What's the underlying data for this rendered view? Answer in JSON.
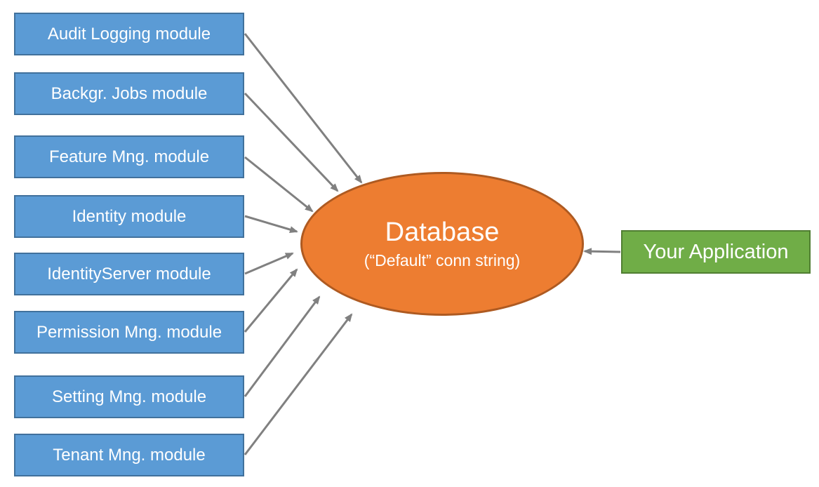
{
  "diagram": {
    "modules": [
      {
        "id": "audit-logging",
        "label": "Audit Logging module"
      },
      {
        "id": "background-jobs",
        "label": "Backgr. Jobs module"
      },
      {
        "id": "feature-management",
        "label": "Feature Mng. module"
      },
      {
        "id": "identity",
        "label": "Identity module"
      },
      {
        "id": "identity-server",
        "label": "IdentityServer module"
      },
      {
        "id": "permission-management",
        "label": "Permission Mng. module"
      },
      {
        "id": "setting-management",
        "label": "Setting Mng. module"
      },
      {
        "id": "tenant-management",
        "label": "Tenant Mng. module"
      }
    ],
    "database": {
      "title": "Database",
      "subtitle": "(“Default” conn string)"
    },
    "application": {
      "label": "Your Application"
    },
    "connections": [
      {
        "from": "audit-logging",
        "to": "database"
      },
      {
        "from": "background-jobs",
        "to": "database"
      },
      {
        "from": "feature-management",
        "to": "database"
      },
      {
        "from": "identity",
        "to": "database"
      },
      {
        "from": "identity-server",
        "to": "database"
      },
      {
        "from": "permission-management",
        "to": "database"
      },
      {
        "from": "setting-management",
        "to": "database"
      },
      {
        "from": "tenant-management",
        "to": "database"
      },
      {
        "from": "application",
        "to": "database"
      }
    ],
    "colors": {
      "module_fill": "#5B9BD5",
      "module_border": "#41719C",
      "database_fill": "#ED7D31",
      "database_border": "#AE5A21",
      "application_fill": "#70AD47",
      "application_border": "#507E32",
      "arrow": "#808080",
      "text": "#FFFFFF"
    }
  }
}
